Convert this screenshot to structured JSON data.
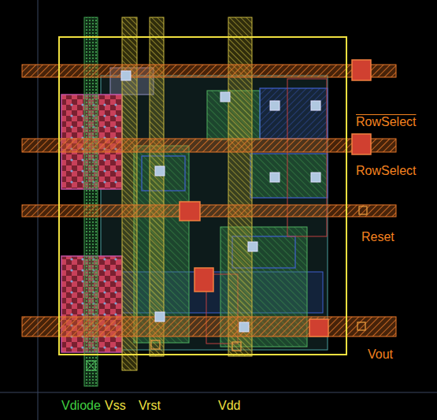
{
  "diagram": {
    "labels": [
      "RowSelect",
      "RowSelect",
      "Reset",
      "Vout",
      "Vdiode",
      "Vss",
      "Vrst",
      "Vdd"
    ]
  }
}
